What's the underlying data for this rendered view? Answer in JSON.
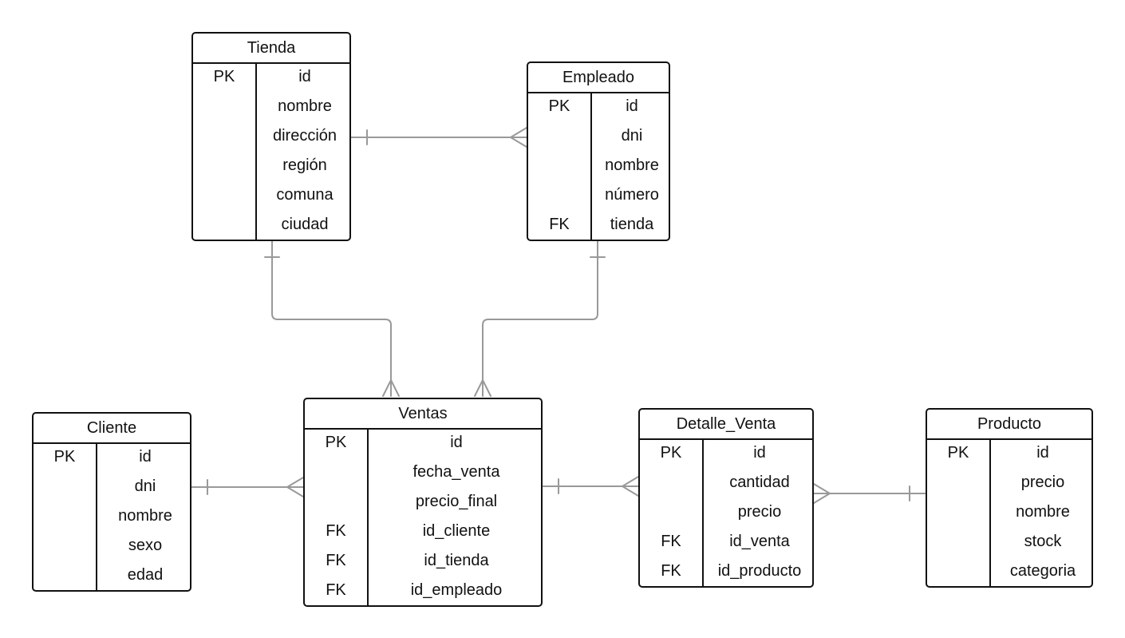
{
  "diagram": {
    "line_color": "#999999",
    "border_color": "#111111",
    "entities": {
      "tienda": {
        "title": "Tienda",
        "rows": [
          {
            "key": "PK",
            "name": "id"
          },
          {
            "key": "",
            "name": "nombre"
          },
          {
            "key": "",
            "name": "dirección"
          },
          {
            "key": "",
            "name": "región"
          },
          {
            "key": "",
            "name": "comuna"
          },
          {
            "key": "",
            "name": "ciudad"
          }
        ]
      },
      "empleado": {
        "title": "Empleado",
        "rows": [
          {
            "key": "PK",
            "name": "id"
          },
          {
            "key": "",
            "name": "dni"
          },
          {
            "key": "",
            "name": "nombre"
          },
          {
            "key": "",
            "name": "número"
          },
          {
            "key": "FK",
            "name": "tienda"
          }
        ]
      },
      "cliente": {
        "title": "Cliente",
        "rows": [
          {
            "key": "PK",
            "name": "id"
          },
          {
            "key": "",
            "name": "dni"
          },
          {
            "key": "",
            "name": "nombre"
          },
          {
            "key": "",
            "name": "sexo"
          },
          {
            "key": "",
            "name": "edad"
          }
        ]
      },
      "ventas": {
        "title": "Ventas",
        "rows": [
          {
            "key": "PK",
            "name": "id"
          },
          {
            "key": "",
            "name": "fecha_venta"
          },
          {
            "key": "",
            "name": "precio_final"
          },
          {
            "key": "FK",
            "name": "id_cliente"
          },
          {
            "key": "FK",
            "name": "id_tienda"
          },
          {
            "key": "FK",
            "name": "id_empleado"
          }
        ]
      },
      "detalle_venta": {
        "title": "Detalle_Venta",
        "rows": [
          {
            "key": "PK",
            "name": "id"
          },
          {
            "key": "",
            "name": "cantidad"
          },
          {
            "key": "",
            "name": "precio"
          },
          {
            "key": "FK",
            "name": "id_venta"
          },
          {
            "key": "FK",
            "name": "id_producto"
          }
        ]
      },
      "producto": {
        "title": "Producto",
        "rows": [
          {
            "key": "PK",
            "name": "id"
          },
          {
            "key": "",
            "name": "precio"
          },
          {
            "key": "",
            "name": "nombre"
          },
          {
            "key": "",
            "name": "stock"
          },
          {
            "key": "",
            "name": "categoria"
          }
        ]
      }
    },
    "relationships": [
      {
        "from": "tienda",
        "to": "empleado",
        "from_end": "one",
        "to_end": "many"
      },
      {
        "from": "tienda",
        "to": "ventas",
        "from_end": "one",
        "to_end": "many"
      },
      {
        "from": "empleado",
        "to": "ventas",
        "from_end": "one",
        "to_end": "many"
      },
      {
        "from": "cliente",
        "to": "ventas",
        "from_end": "one",
        "to_end": "many"
      },
      {
        "from": "ventas",
        "to": "detalle_venta",
        "from_end": "one",
        "to_end": "many"
      },
      {
        "from": "producto",
        "to": "detalle_venta",
        "from_end": "one",
        "to_end": "many"
      }
    ]
  }
}
